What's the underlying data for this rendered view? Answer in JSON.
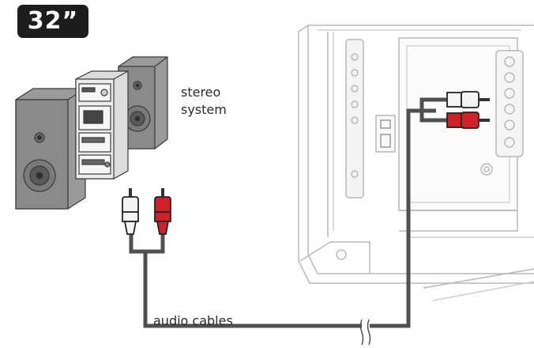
{
  "badge": {
    "text": "32”"
  },
  "labels": {
    "stereo_line1": "stereo",
    "stereo_line2": "system",
    "cables": "audio cables"
  },
  "colors": {
    "cable": "#505050",
    "red_plug": "#d0202a",
    "white_plug": "#f4f4f4",
    "device_gray": "#8c8c8c",
    "tv_outline": "#b8b8b8"
  },
  "icons": [
    "stereo-system-icon",
    "tv-rear-panel-icon",
    "rca-plug-icon"
  ]
}
